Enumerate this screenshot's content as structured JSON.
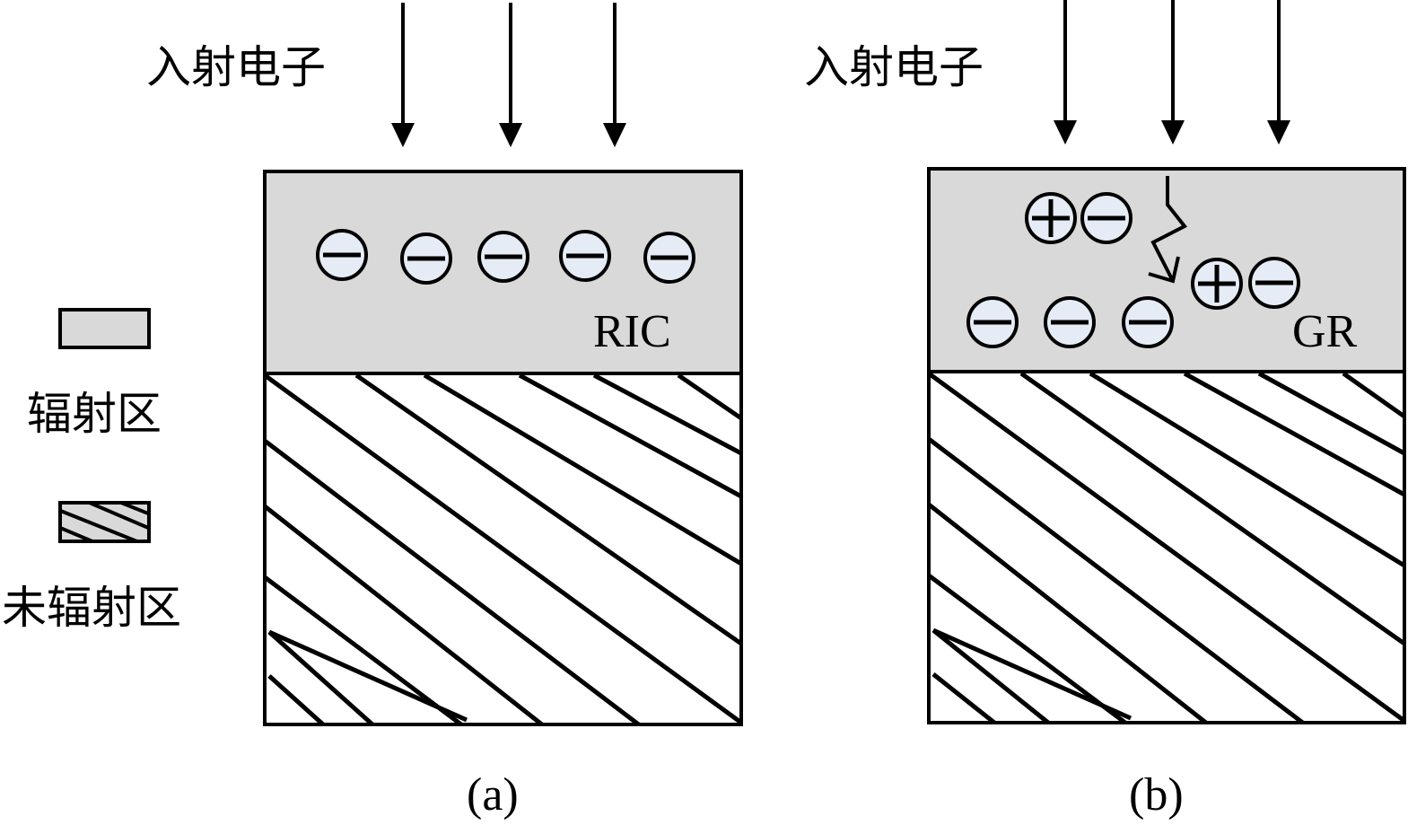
{
  "colors": {
    "irradiated_fill": "#d9d9d9",
    "charge_fill": "#e6ecf5",
    "stroke": "#000000",
    "background": "#ffffff"
  },
  "legend": {
    "irradiated_label": "辐射区",
    "unirradiated_label": "未辐射区"
  },
  "panel_a": {
    "incident_label": "入射电子",
    "region_label": "RIC",
    "caption": "(a)",
    "arrow_count": 3,
    "charges": [
      "-",
      "-",
      "-",
      "-",
      "-"
    ]
  },
  "panel_b": {
    "incident_label": "入射电子",
    "region_label": "GR",
    "caption": "(b)",
    "arrow_count": 3,
    "charge_pairs": [
      [
        "+",
        "-"
      ],
      [
        "+",
        "-"
      ]
    ],
    "charges": [
      "-",
      "-",
      "-"
    ],
    "has_zigzag_path": true
  }
}
